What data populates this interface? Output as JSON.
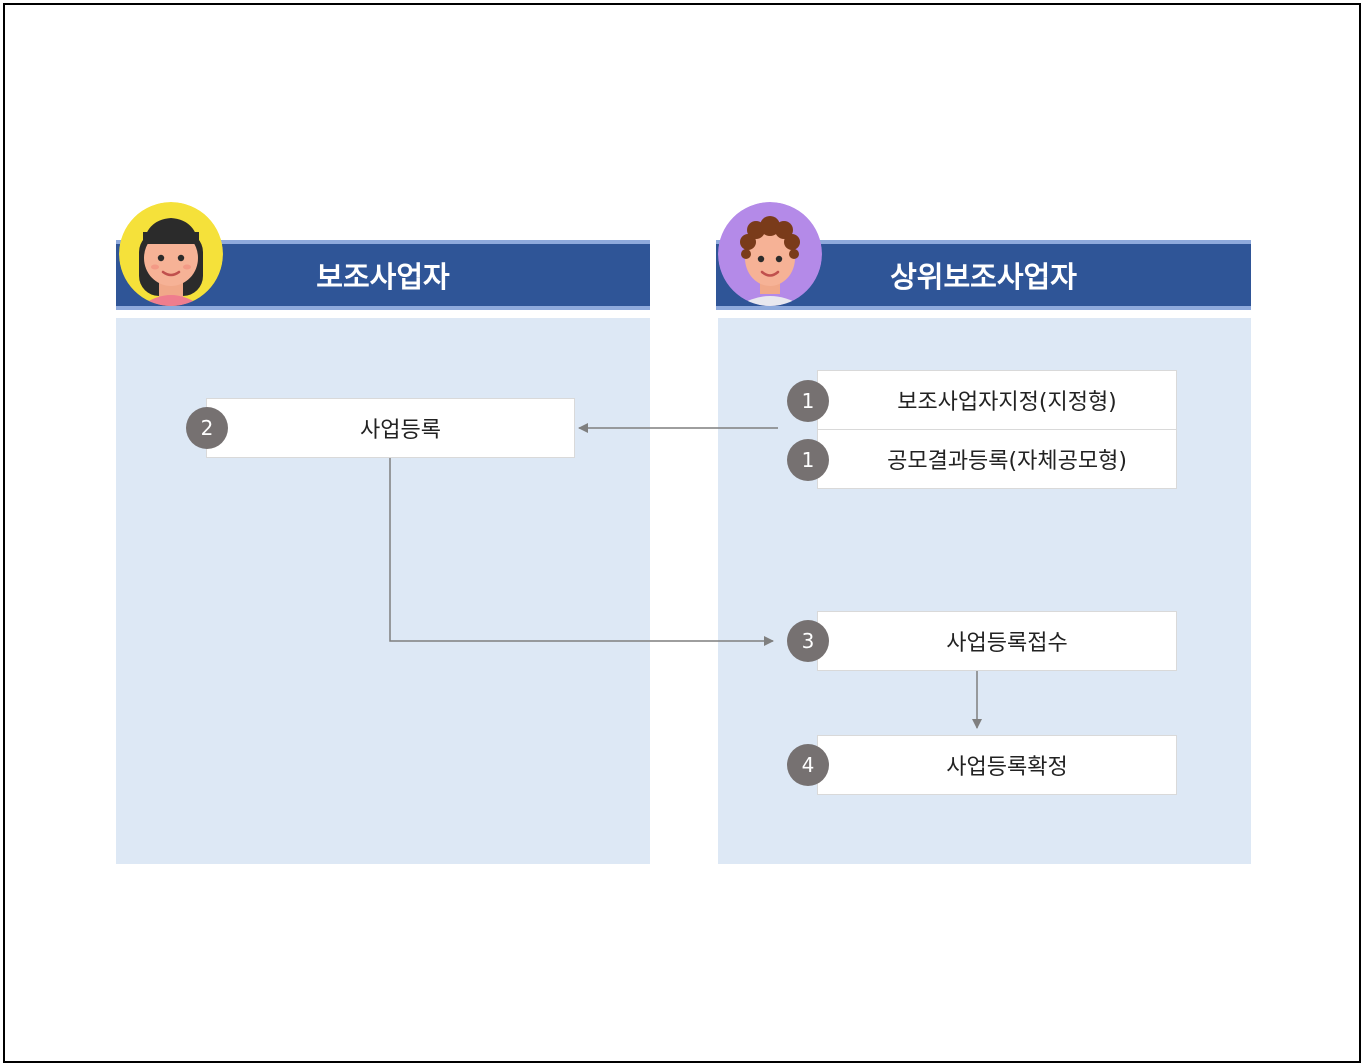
{
  "lanes": {
    "left": {
      "title": "보조사업자",
      "avatar_icon": "girl-avatar-icon"
    },
    "right": {
      "title": "상위보조사업자",
      "avatar_icon": "boy-avatar-icon"
    }
  },
  "steps": {
    "designate": {
      "number": "1",
      "label": "보조사업자지정(지정형)"
    },
    "contest_result": {
      "number": "1",
      "label": "공모결과등록(자체공모형)"
    },
    "register": {
      "number": "2",
      "label": "사업등록"
    },
    "receive": {
      "number": "3",
      "label": "사업등록접수"
    },
    "confirm": {
      "number": "4",
      "label": "사업등록확정"
    }
  },
  "colors": {
    "header": "#2f5597",
    "header_border": "#8faadc",
    "lane_body": "#dde8f5",
    "badge": "#767171",
    "connector": "#7f7f7f"
  }
}
